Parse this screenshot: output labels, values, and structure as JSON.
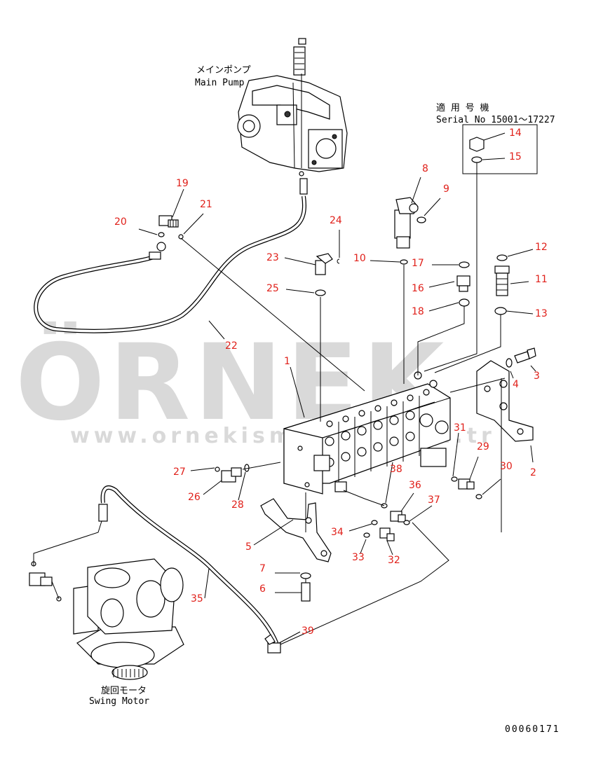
{
  "captions": {
    "main_pump_jp": "メインポンプ",
    "main_pump_en": "Main Pump",
    "serial_jp": "適 用 号 機",
    "serial_en": "Serial No 15001～17227",
    "swing_motor_jp": "旋回モータ",
    "swing_motor_en": "Swing Motor",
    "drawing_no": "00060171"
  },
  "watermark": {
    "brand": "ÖRNEK",
    "url": "www.ornekismakina.com.tr"
  },
  "part_labels": [
    "1",
    "2",
    "3",
    "4",
    "5",
    "6",
    "7",
    "8",
    "9",
    "10",
    "11",
    "12",
    "13",
    "14",
    "15",
    "16",
    "17",
    "18",
    "19",
    "20",
    "21",
    "22",
    "23",
    "24",
    "25",
    "26",
    "27",
    "28",
    "29",
    "30",
    "31",
    "32",
    "33",
    "34",
    "35",
    "36",
    "37",
    "38",
    "39"
  ],
  "colors": {
    "label": "#e0201a",
    "watermark": "#d9d9d9",
    "line": "#000000"
  }
}
